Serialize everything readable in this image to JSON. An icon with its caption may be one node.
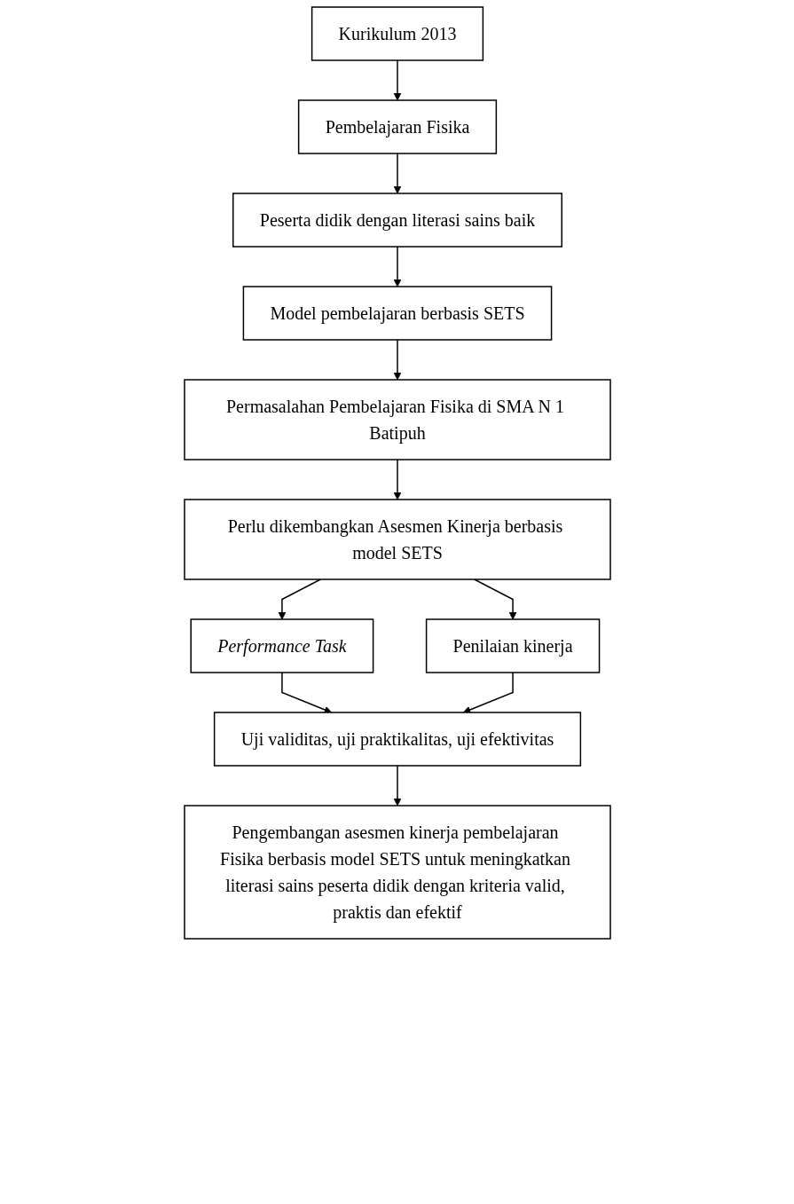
{
  "diagram": {
    "nodes": [
      {
        "text": [
          "Kurikulum 2013"
        ]
      },
      {
        "text": [
          "Pembelajaran Fisika"
        ]
      },
      {
        "text": [
          "Peserta didik dengan literasi sains baik"
        ]
      },
      {
        "text": [
          "Model pembelajaran berbasis SETS"
        ]
      },
      {
        "text": [
          "Permasalahan Pembelajaran Fisika di SMA N 1 Batipuh"
        ]
      },
      {
        "text": [
          "Perlu dikembangkan Asesmen Kinerja berbasis model SETS"
        ]
      },
      {
        "text": [
          "Performance Task"
        ]
      },
      {
        "text": [
          "Penilaian kinerja"
        ]
      },
      {
        "text": [
          "Uji validitas, uji praktikalitas, uji efektivitas"
        ]
      },
      {
        "text": [
          "Pengembangan asesmen kinerja pembelajaran Fisika berbasis model SETS untuk meningkatkan literasi sains peserta didik dengan kriteria valid, praktis dan efektif"
        ]
      }
    ],
    "edges": [
      {
        "from": 0,
        "to": 1,
        "arrow": "to"
      },
      {
        "from": 1,
        "to": 2,
        "arrow": "to"
      },
      {
        "from": 2,
        "to": 3,
        "arrow": "to"
      },
      {
        "from": 3,
        "to": 4,
        "arrow": "to"
      },
      {
        "from": 4,
        "to": 5,
        "arrow": "to"
      },
      {
        "from": 5,
        "to": 6,
        "arrow": "to"
      },
      {
        "from": 5,
        "to": 7,
        "arrow": "to"
      },
      {
        "from": 6,
        "to": 8,
        "arrow": "to"
      },
      {
        "from": 7,
        "to": 8,
        "arrow": "to"
      },
      {
        "from": 8,
        "to": 9,
        "arrow": "to"
      }
    ]
  }
}
